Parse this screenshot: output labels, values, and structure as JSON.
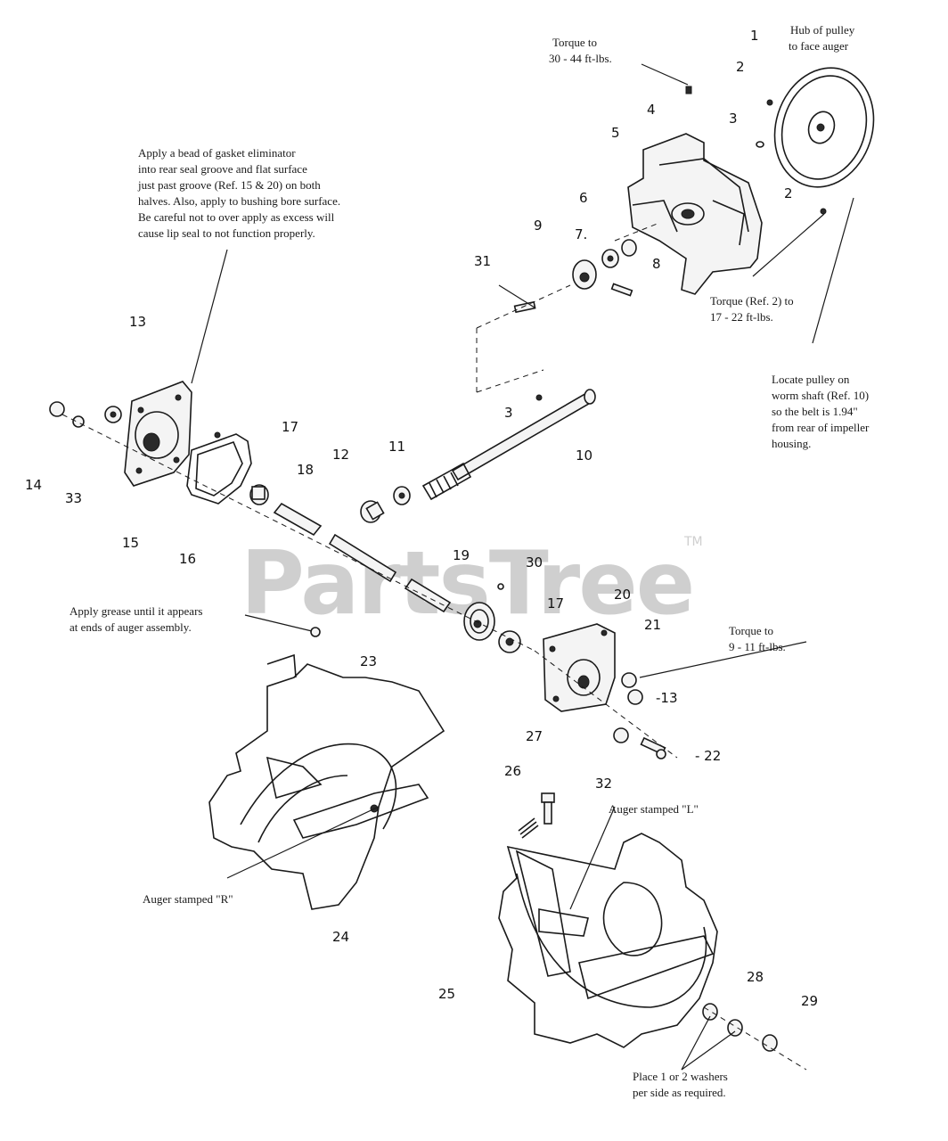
{
  "watermark": {
    "brand": "PartsTree",
    "trademark": "TM"
  },
  "callouts": {
    "c1": "1",
    "c2a": "2",
    "c2b": "2",
    "c3a": "3",
    "c3b": "3",
    "c4": "4",
    "c5": "5",
    "c6": "6",
    "c7": "7.",
    "c8": "8",
    "c9": "9",
    "c10": "10",
    "c11": "11",
    "c12": "12",
    "c13a": "13",
    "c13b": "-13",
    "c14": "14",
    "c15": "15",
    "c16": "16",
    "c17a": "17",
    "c17b": "17",
    "c18": "18",
    "c19": "19",
    "c20": "20",
    "c21": "21",
    "c22": "- 22",
    "c23": "23",
    "c24": "24",
    "c25": "25",
    "c26": "26",
    "c27": "27",
    "c28": "28",
    "c29": "29",
    "c30": "30",
    "c31": "31",
    "c32": "32",
    "c33": "33"
  },
  "notes": {
    "pulley_hub": [
      "Hub of pulley",
      "to face auger"
    ],
    "torque_top": [
      "Torque to",
      "30 - 44 ft-lbs."
    ],
    "gasket": [
      "Apply a bead of gasket eliminator",
      "into rear seal groove and flat surface",
      "just past groove (Ref. 15 & 20) on both",
      "halves. Also, apply to bushing bore surface.",
      "Be careful not to over apply as excess will",
      "cause lip seal to not function properly."
    ],
    "torque_ref2": [
      "Torque (Ref. 2) to",
      "17 - 22 ft-lbs."
    ],
    "locate_pulley": [
      "Locate pulley on",
      "worm shaft (Ref. 10)",
      "so the belt is 1.94\"",
      "from rear of impeller",
      "housing."
    ],
    "grease": [
      "Apply grease until it appears",
      "at ends of auger assembly."
    ],
    "torque_gearbox": [
      "Torque to",
      "9 - 11 ft-lbs."
    ],
    "auger_L": "Auger stamped \"L\"",
    "auger_R": "Auger stamped \"R\"",
    "washers": [
      "Place 1 or 2 washers",
      "per side as required."
    ]
  }
}
